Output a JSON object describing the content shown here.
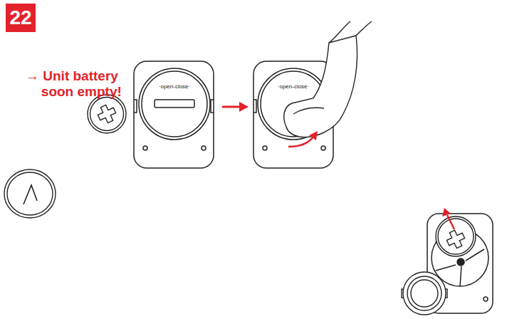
{
  "diagram": {
    "title": "→ Unit battery soon empty!",
    "labels": [
      "22",
      "·open-close·",
      "·open-close·"
    ]
  }
}
